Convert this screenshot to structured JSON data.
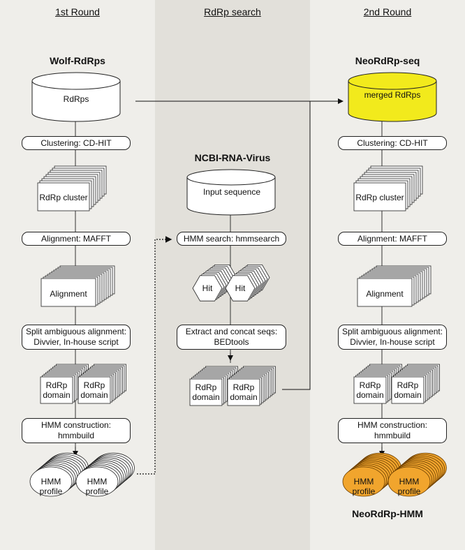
{
  "columns": {
    "left_title": "1st Round",
    "mid_title": "RdRp search",
    "right_title": "2nd Round"
  },
  "left": {
    "db_title": "Wolf-RdRps",
    "cylinder_label": "RdRps",
    "step_cluster": "Clustering: CD-HIT",
    "cluster_label": "RdRp cluster",
    "step_align": "Alignment: MAFFT",
    "align_label": "Alignment",
    "step_split": "Split ambiguous alignment: Divvier, In-house script",
    "domain_label": "RdRp domain",
    "step_hmm": "HMM construction: hmmbuild",
    "profile_label": "HMM profile"
  },
  "mid": {
    "db_title": "NCBI-RNA-Virus",
    "cylinder_label": "Input sequence",
    "step_search": "HMM search: hmmsearch",
    "hit_label": "Hit",
    "step_extract": "Extract and concat seqs: BEDtools",
    "domain_label": "RdRp domain"
  },
  "right": {
    "db_title": "NeoRdRp-seq",
    "cylinder_label": "merged RdRps",
    "step_cluster": "Clustering: CD-HIT",
    "cluster_label": "RdRp cluster",
    "step_align": "Alignment: MAFFT",
    "align_label": "Alignment",
    "step_split": "Split ambiguous alignment: Divvier, In-house script",
    "domain_label": "RdRp domain",
    "step_hmm": "HMM construction: hmmbuild",
    "profile_label": "HMM profile",
    "output_title": "NeoRdRp-HMM"
  },
  "colors": {
    "merged_fill": "#f2ea1c",
    "profile_fill": "#f1a52d",
    "profile_stroke": "#6b3e00"
  }
}
